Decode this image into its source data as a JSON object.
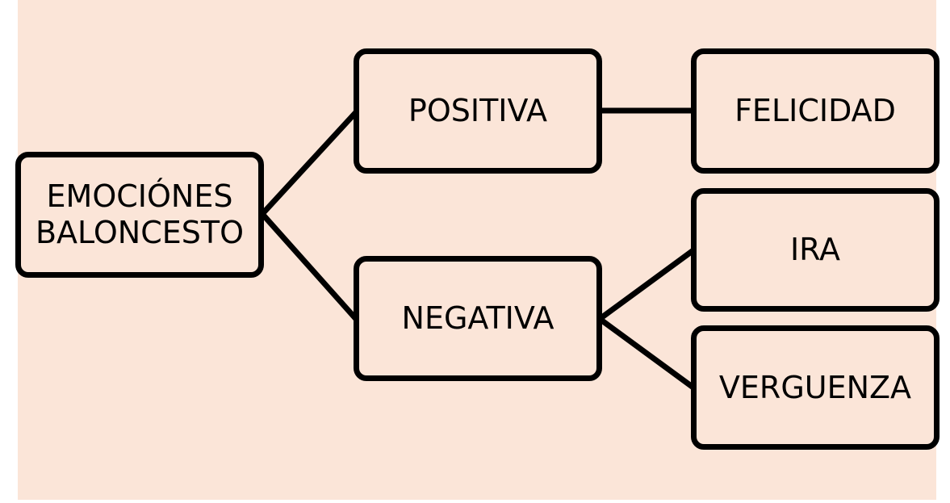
{
  "diagram": {
    "background_color": "#fbe5d8",
    "border_color": "#000000",
    "root": {
      "line1": "EMOCIÓNES",
      "line2": "BALONCESTO"
    },
    "branches": [
      {
        "label": "POSITIVA"
      },
      {
        "label": "NEGATIVA"
      }
    ],
    "leaves": [
      {
        "label": "FELICIDAD",
        "parent": "POSITIVA"
      },
      {
        "label": "IRA",
        "parent": "NEGATIVA"
      },
      {
        "label": "VERGUENZA",
        "parent": "NEGATIVA"
      }
    ]
  }
}
